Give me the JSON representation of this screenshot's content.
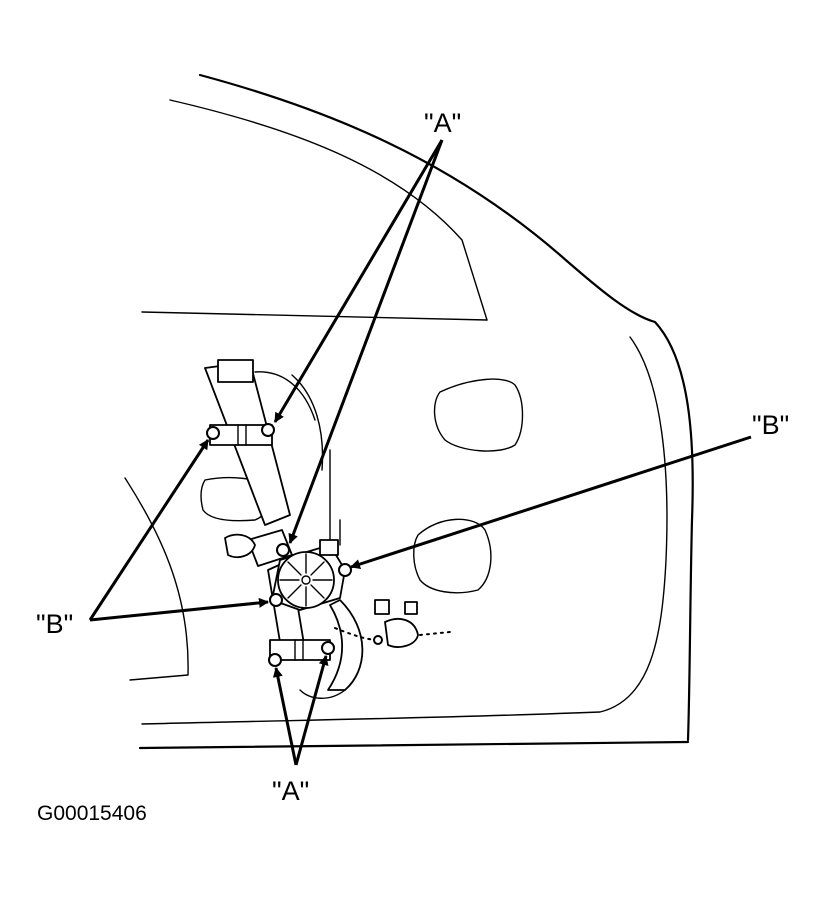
{
  "labels": {
    "a_top": "\"A\"",
    "a_bottom": "\"A\"",
    "b_right": "\"B\"",
    "b_left": "\"B\""
  },
  "figure_id": "G00015406"
}
